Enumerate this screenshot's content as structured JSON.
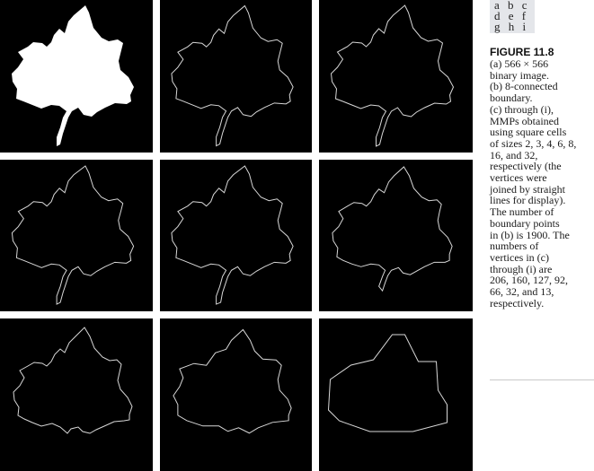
{
  "panel_key": [
    "a b c",
    "d e f",
    "g h i"
  ],
  "figure_label": "FIGURE 11.8",
  "caption_lines": [
    "(a) 566 × 566",
    "binary image.",
    "(b) 8-connected",
    "boundary.",
    "(c) through (i),",
    "MMPs obtained",
    "using square cells",
    "of sizes 2, 3, 4, 6, 8,",
    "16, and 32,",
    "respectively (the",
    "vertices were",
    "joined by straight",
    "lines for display).",
    "The number of",
    "boundary points",
    "in (b) is 1900. The",
    "numbers of",
    "vertices in (c)",
    "through (i) are",
    "206, 160, 127, 92,",
    "66, 32, and 13,",
    "respectively."
  ],
  "colors": {
    "panel_background": "#000000",
    "leaf_fill": "#ffffff",
    "outline_stroke": "#d8d8d8",
    "panel_key_background": "#e4e6ea"
  },
  "panels": [
    {
      "id": "a",
      "content": "binary leaf image"
    },
    {
      "id": "b",
      "content": "8-connected boundary"
    },
    {
      "id": "c",
      "content": "MMP cell size 2"
    },
    {
      "id": "d",
      "content": "MMP cell size 3"
    },
    {
      "id": "e",
      "content": "MMP cell size 4"
    },
    {
      "id": "f",
      "content": "MMP cell size 6"
    },
    {
      "id": "g",
      "content": "MMP cell size 8"
    },
    {
      "id": "h",
      "content": "MMP cell size 16"
    },
    {
      "id": "i",
      "content": "MMP cell size 32"
    }
  ]
}
